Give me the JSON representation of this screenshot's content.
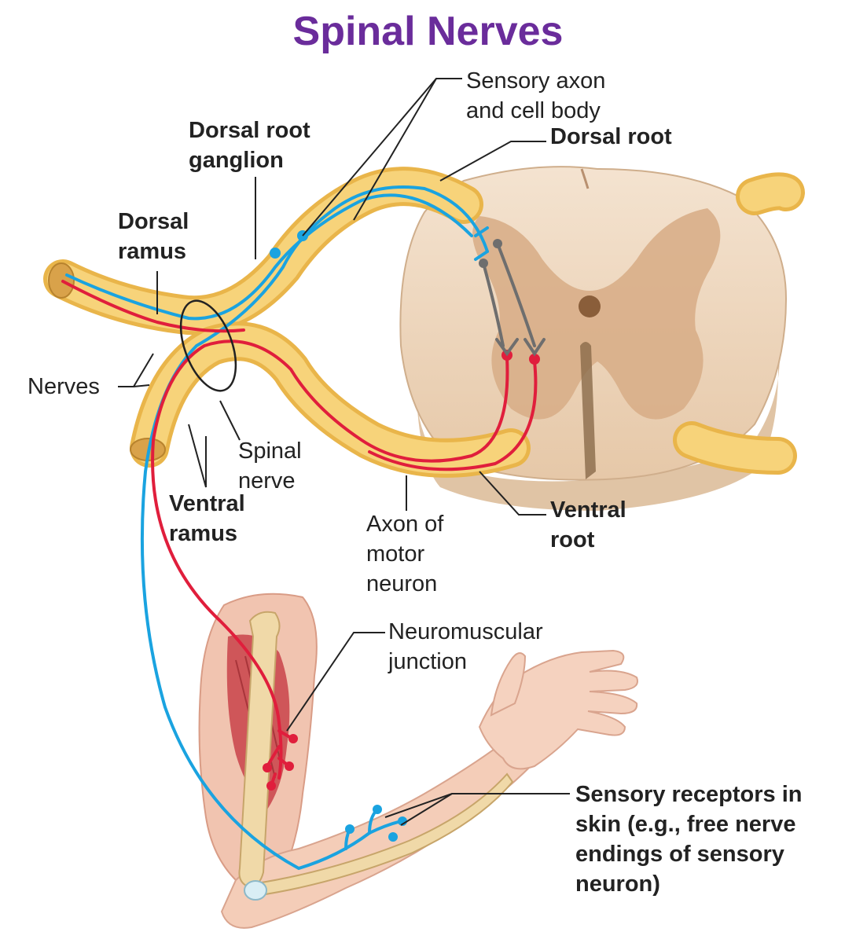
{
  "title": "Spinal Nerves",
  "labels": {
    "sensory_axon": [
      "Sensory axon",
      "and cell body"
    ],
    "dorsal_root": "Dorsal root",
    "dorsal_root_ganglion": [
      "Dorsal root",
      "ganglion"
    ],
    "dorsal_ramus": [
      "Dorsal",
      "ramus"
    ],
    "nerves": "Nerves",
    "spinal_nerve": [
      "Spinal",
      "nerve"
    ],
    "ventral_ramus": [
      "Ventral",
      "ramus"
    ],
    "axon_motor": [
      "Axon of",
      "motor",
      "neuron"
    ],
    "ventral_root": [
      "Ventral",
      "root"
    ],
    "neuromuscular": [
      "Neuromuscular",
      "junction"
    ],
    "sensory_receptors": [
      "Sensory receptors in",
      "skin (e.g., free nerve",
      "endings of sensory",
      "neuron)"
    ]
  },
  "colors": {
    "title": "#6a2c9b",
    "nerve": "#f2c560",
    "sensory": "#1aa3e0",
    "motor": "#e01e3c",
    "spinal_cord": "#f0dcc6",
    "grey_matter": "#d9b08c",
    "skin": "#f4cdb8"
  }
}
